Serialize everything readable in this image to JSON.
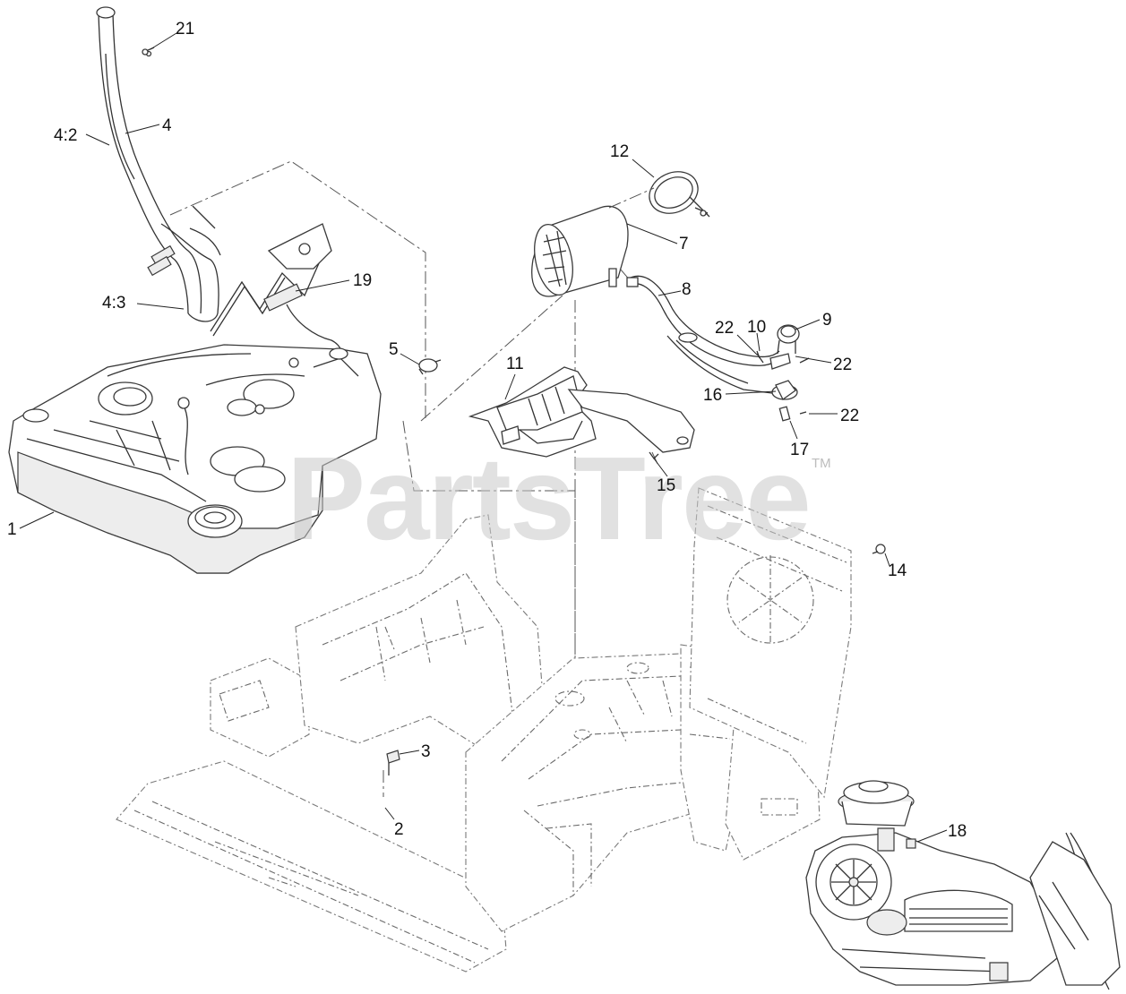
{
  "diagram": {
    "watermark": "PartsTree",
    "trademark": "TM",
    "callouts": [
      {
        "id": "c21",
        "label": "21"
      },
      {
        "id": "c4",
        "label": "4"
      },
      {
        "id": "c4-2",
        "label": "4:2"
      },
      {
        "id": "c4-3",
        "label": "4:3"
      },
      {
        "id": "c19",
        "label": "19"
      },
      {
        "id": "c12",
        "label": "12"
      },
      {
        "id": "c7",
        "label": "7"
      },
      {
        "id": "c8",
        "label": "8"
      },
      {
        "id": "c9",
        "label": "9"
      },
      {
        "id": "c10",
        "label": "10"
      },
      {
        "id": "c22a",
        "label": "22"
      },
      {
        "id": "c22b",
        "label": "22"
      },
      {
        "id": "c22c",
        "label": "22"
      },
      {
        "id": "c5",
        "label": "5"
      },
      {
        "id": "c11",
        "label": "11"
      },
      {
        "id": "c16",
        "label": "16"
      },
      {
        "id": "c17",
        "label": "17"
      },
      {
        "id": "c15",
        "label": "15"
      },
      {
        "id": "c1",
        "label": "1"
      },
      {
        "id": "c14",
        "label": "14"
      },
      {
        "id": "c3",
        "label": "3"
      },
      {
        "id": "c2",
        "label": "2"
      },
      {
        "id": "c18",
        "label": "18"
      }
    ]
  }
}
